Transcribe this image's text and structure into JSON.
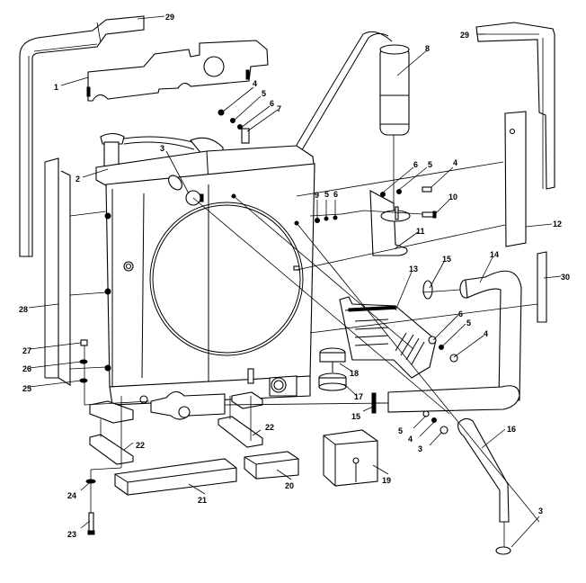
{
  "diagram": {
    "type": "exploded-parts-view",
    "subject": "Radiator / cooling system assembly",
    "colors": {
      "line": "#000000",
      "background": "#ffffff"
    },
    "callouts": [
      {
        "id": "c29a",
        "label": "29"
      },
      {
        "id": "c29b",
        "label": "29"
      },
      {
        "id": "c1",
        "label": "1"
      },
      {
        "id": "c4a",
        "label": "4"
      },
      {
        "id": "c5a",
        "label": "5"
      },
      {
        "id": "c6a",
        "label": "6"
      },
      {
        "id": "c7",
        "label": "7"
      },
      {
        "id": "c8",
        "label": "8"
      },
      {
        "id": "c2",
        "label": "2"
      },
      {
        "id": "c3a",
        "label": "3"
      },
      {
        "id": "c6b",
        "label": "6"
      },
      {
        "id": "c5b",
        "label": "5"
      },
      {
        "id": "c4b",
        "label": "4"
      },
      {
        "id": "c9",
        "label": "9"
      },
      {
        "id": "c5c",
        "label": "5"
      },
      {
        "id": "c6c",
        "label": "6"
      },
      {
        "id": "c10",
        "label": "10"
      },
      {
        "id": "c11",
        "label": "11"
      },
      {
        "id": "c12",
        "label": "12"
      },
      {
        "id": "c13",
        "label": "13"
      },
      {
        "id": "c15a",
        "label": "15"
      },
      {
        "id": "c14",
        "label": "14"
      },
      {
        "id": "c30",
        "label": "30"
      },
      {
        "id": "c28",
        "label": "28"
      },
      {
        "id": "c6d",
        "label": "6"
      },
      {
        "id": "c5d",
        "label": "5"
      },
      {
        "id": "c4c",
        "label": "4"
      },
      {
        "id": "c27",
        "label": "27"
      },
      {
        "id": "c26",
        "label": "26"
      },
      {
        "id": "c25",
        "label": "25"
      },
      {
        "id": "c18",
        "label": "18"
      },
      {
        "id": "c17",
        "label": "17"
      },
      {
        "id": "c15b",
        "label": "15"
      },
      {
        "id": "c5e",
        "label": "5"
      },
      {
        "id": "c4d",
        "label": "4"
      },
      {
        "id": "c3b",
        "label": "3"
      },
      {
        "id": "c16",
        "label": "16"
      },
      {
        "id": "c22a",
        "label": "22"
      },
      {
        "id": "c22b",
        "label": "22"
      },
      {
        "id": "c24",
        "label": "24"
      },
      {
        "id": "c21",
        "label": "21"
      },
      {
        "id": "c20",
        "label": "20"
      },
      {
        "id": "c19",
        "label": "19"
      },
      {
        "id": "c23",
        "label": "23"
      },
      {
        "id": "c3c",
        "label": "3"
      }
    ]
  }
}
